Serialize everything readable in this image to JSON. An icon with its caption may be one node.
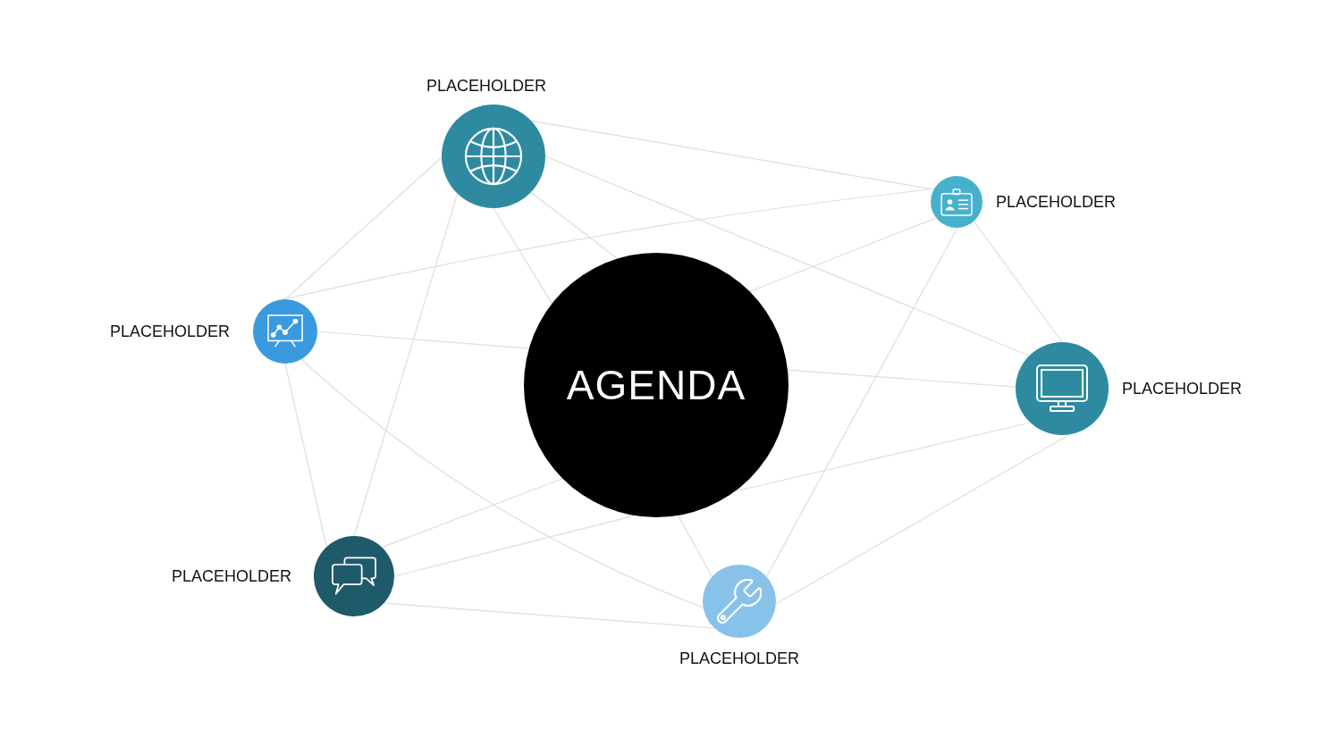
{
  "diagram": {
    "nodes": [
      {
        "text": [
          "AGENDA"
        ]
      },
      {
        "text": [
          "PLACEHOLDER"
        ]
      },
      {
        "text": [
          "PLACEHOLDER"
        ]
      },
      {
        "text": [
          "PLACEHOLDER"
        ]
      },
      {
        "text": [
          "PLACEHOLDER"
        ]
      },
      {
        "text": [
          "PLACEHOLDER"
        ]
      },
      {
        "text": [
          "PLACEHOLDER"
        ]
      }
    ],
    "edges": [
      {
        "from": 1,
        "to": 2,
        "arrow": "none"
      },
      {
        "from": 1,
        "to": 4,
        "arrow": "none"
      },
      {
        "from": 1,
        "to": 0,
        "arrow": "none"
      },
      {
        "from": 1,
        "to": 0,
        "arrow": "none"
      },
      {
        "from": 0,
        "to": 6,
        "arrow": "none"
      },
      {
        "from": 2,
        "to": 0,
        "arrow": "none"
      },
      {
        "from": 2,
        "to": 3,
        "arrow": "none"
      },
      {
        "from": 2,
        "to": 6,
        "arrow": "none"
      },
      {
        "from": 2,
        "to": 4,
        "arrow": "none"
      },
      {
        "from": 3,
        "to": 1,
        "arrow": "none"
      },
      {
        "from": 3,
        "to": 0,
        "arrow": "none"
      },
      {
        "from": 0,
        "to": 4,
        "arrow": "none"
      },
      {
        "from": 3,
        "to": 6,
        "arrow": "none"
      },
      {
        "from": 3,
        "to": 5,
        "arrow": "none"
      },
      {
        "from": 1,
        "to": 5,
        "arrow": "none"
      },
      {
        "from": 5,
        "to": 0,
        "arrow": "none"
      },
      {
        "from": 5,
        "to": 0,
        "arrow": "none"
      },
      {
        "from": 0,
        "to": 4,
        "arrow": "none"
      },
      {
        "from": 5,
        "to": 6,
        "arrow": "none"
      },
      {
        "from": 6,
        "to": 4,
        "arrow": "none"
      }
    ]
  }
}
